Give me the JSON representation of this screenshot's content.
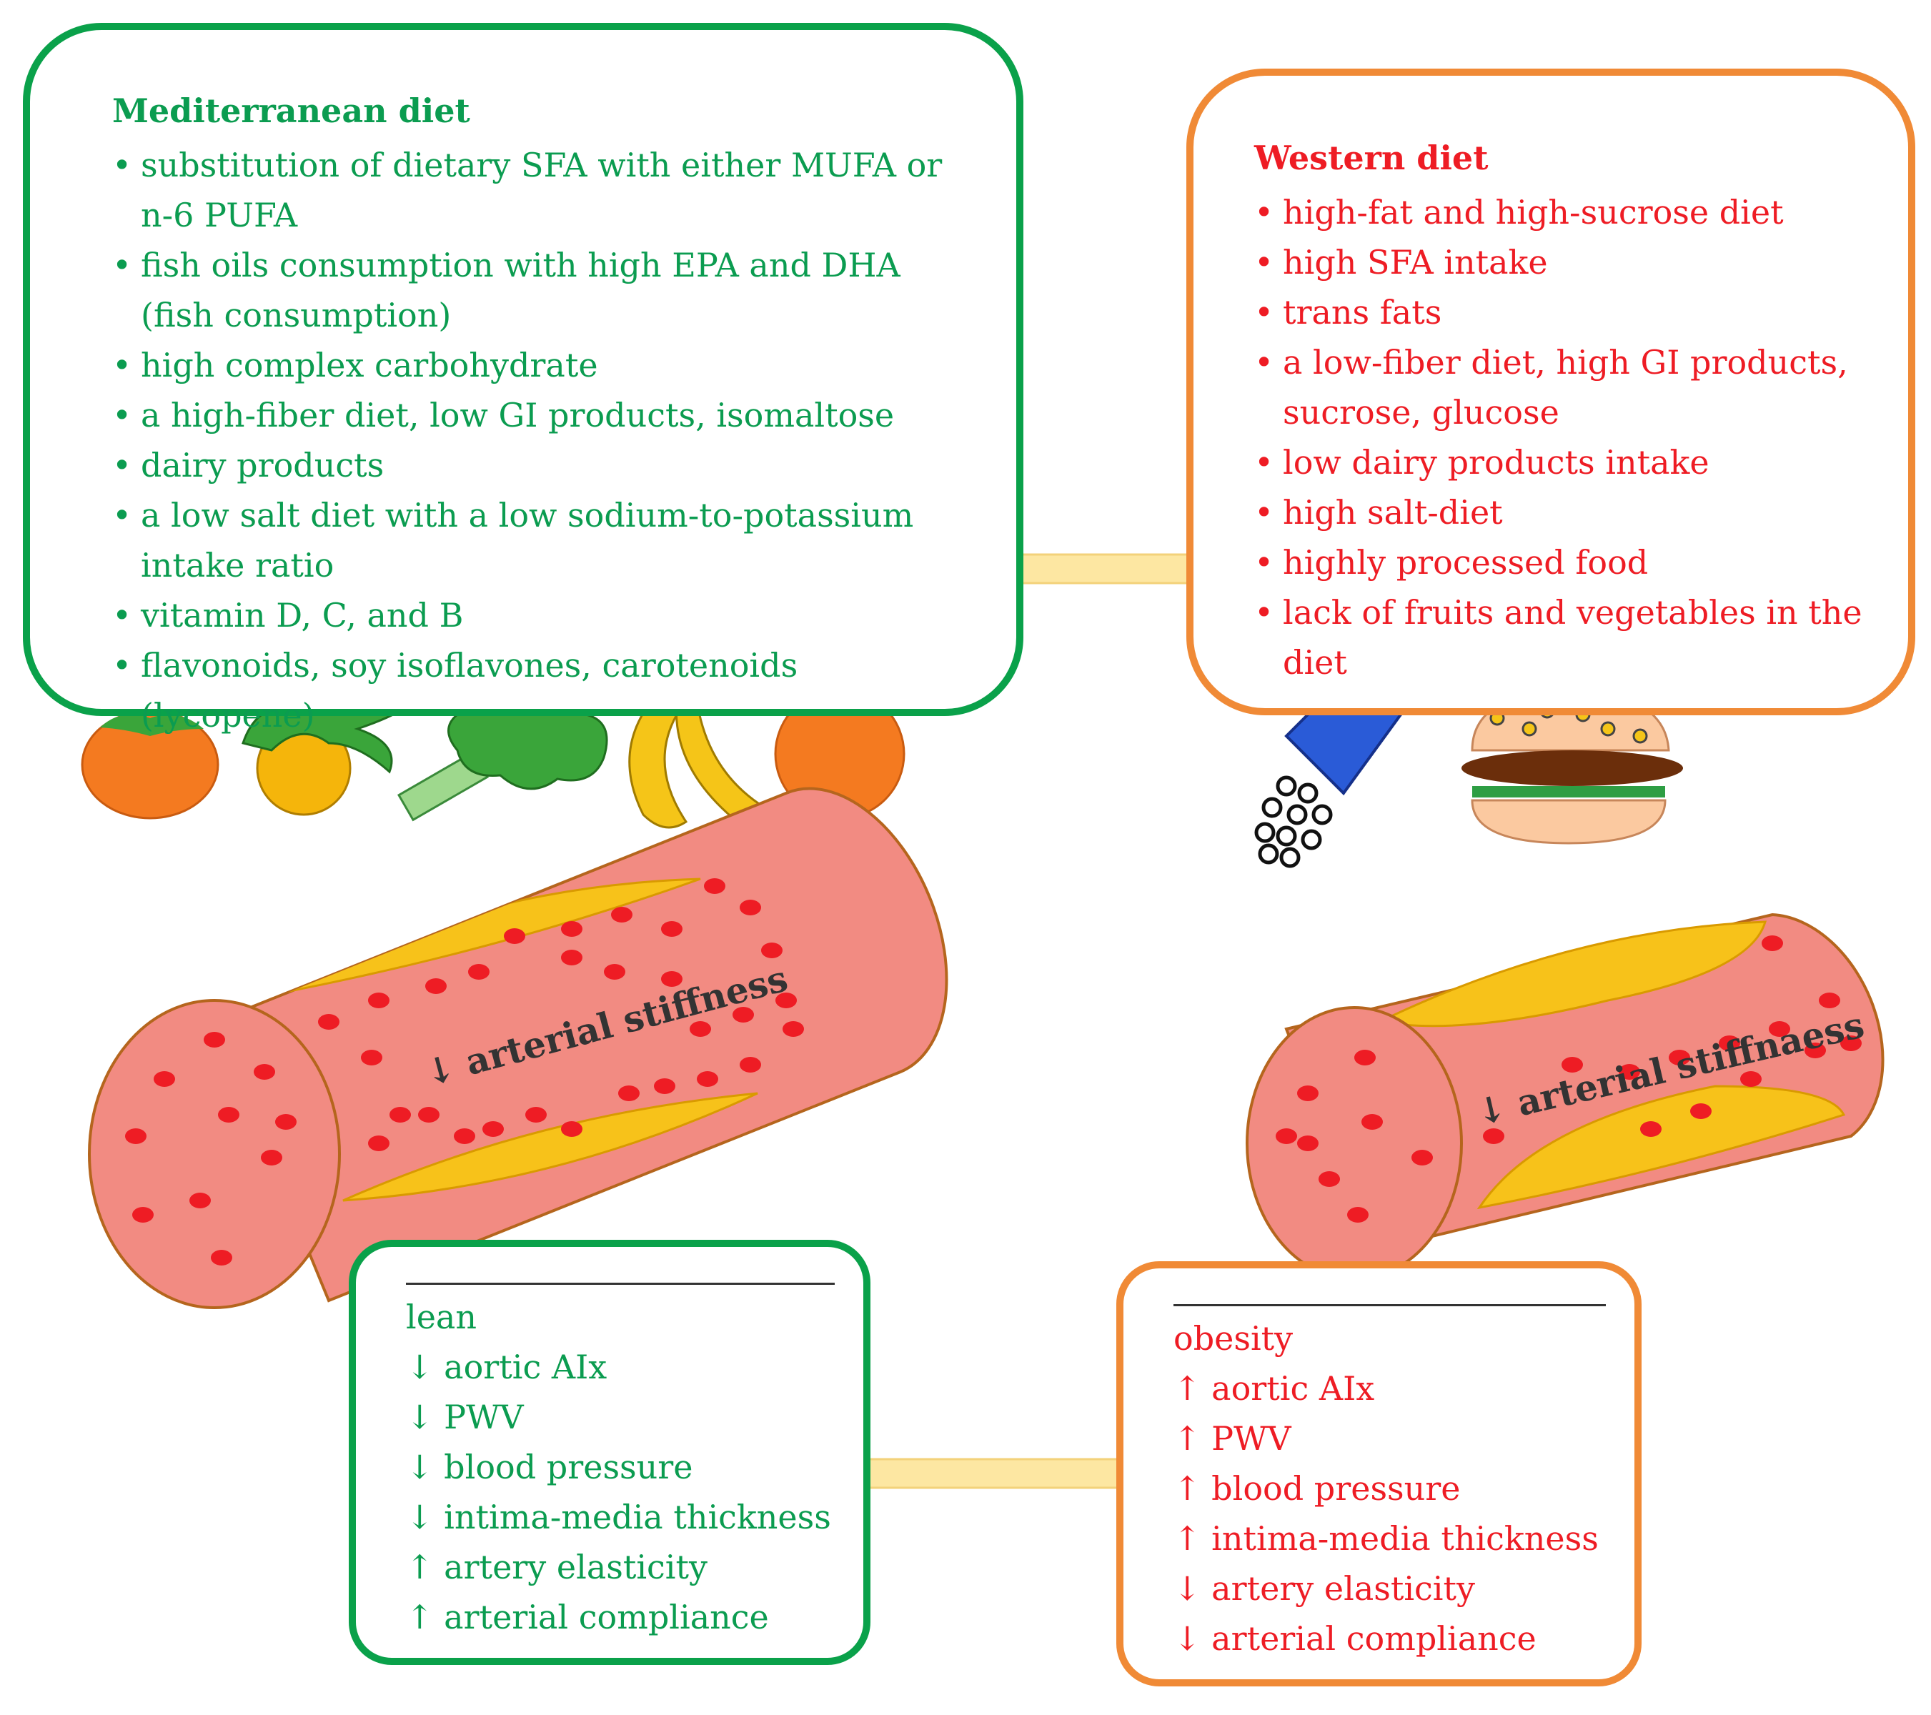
{
  "mediterranean": {
    "title": "Mediterranean diet",
    "items": [
      "substitution of dietary SFA with either MUFA or n-6 PUFA",
      "fish oils consumption with high EPA and DHA (fish consumption)",
      "high complex carbohydrate",
      "a high-fiber diet, low GI products, isomaltose",
      "dairy products",
      "a low salt diet with a low sodium-to-potassium intake ratio",
      "vitamin D, C, and B",
      "flavonoids, soy isoflavones, carotenoids (lycopene)"
    ]
  },
  "western": {
    "title": "Western diet",
    "items": [
      "high-fat and high-sucrose diet",
      "high SFA intake",
      "trans fats",
      "a low-fiber diet, high GI products, sucrose, glucose",
      "low dairy products intake",
      "high salt-diet",
      "highly processed food",
      "lack of fruits and vegetables in the diet"
    ]
  },
  "artery_left_label": "↓ arterial stiffness",
  "artery_right_label": "↓ arterial stiffnaess",
  "lean": {
    "lines": [
      "lean",
      "↓ aortic AIx",
      "↓ PWV",
      "↓ blood pressure",
      "↓ intima-media thickness",
      "↑ artery elasticity",
      "↑ arterial compliance"
    ]
  },
  "obesity": {
    "lines": [
      "obesity",
      "↑ aortic AIx",
      "↑ PWV",
      "↑ blood pressure",
      "↑ intima-media thickness",
      "↓ artery elasticity",
      "↓ arterial compliance"
    ]
  },
  "colors": {
    "green": "#0aa14a",
    "orange": "#f08a36",
    "red_text": "#ee1c24",
    "artery_fill": "#f28b82",
    "plaque": "#f7c21a",
    "arrow": "#fde7a2"
  }
}
